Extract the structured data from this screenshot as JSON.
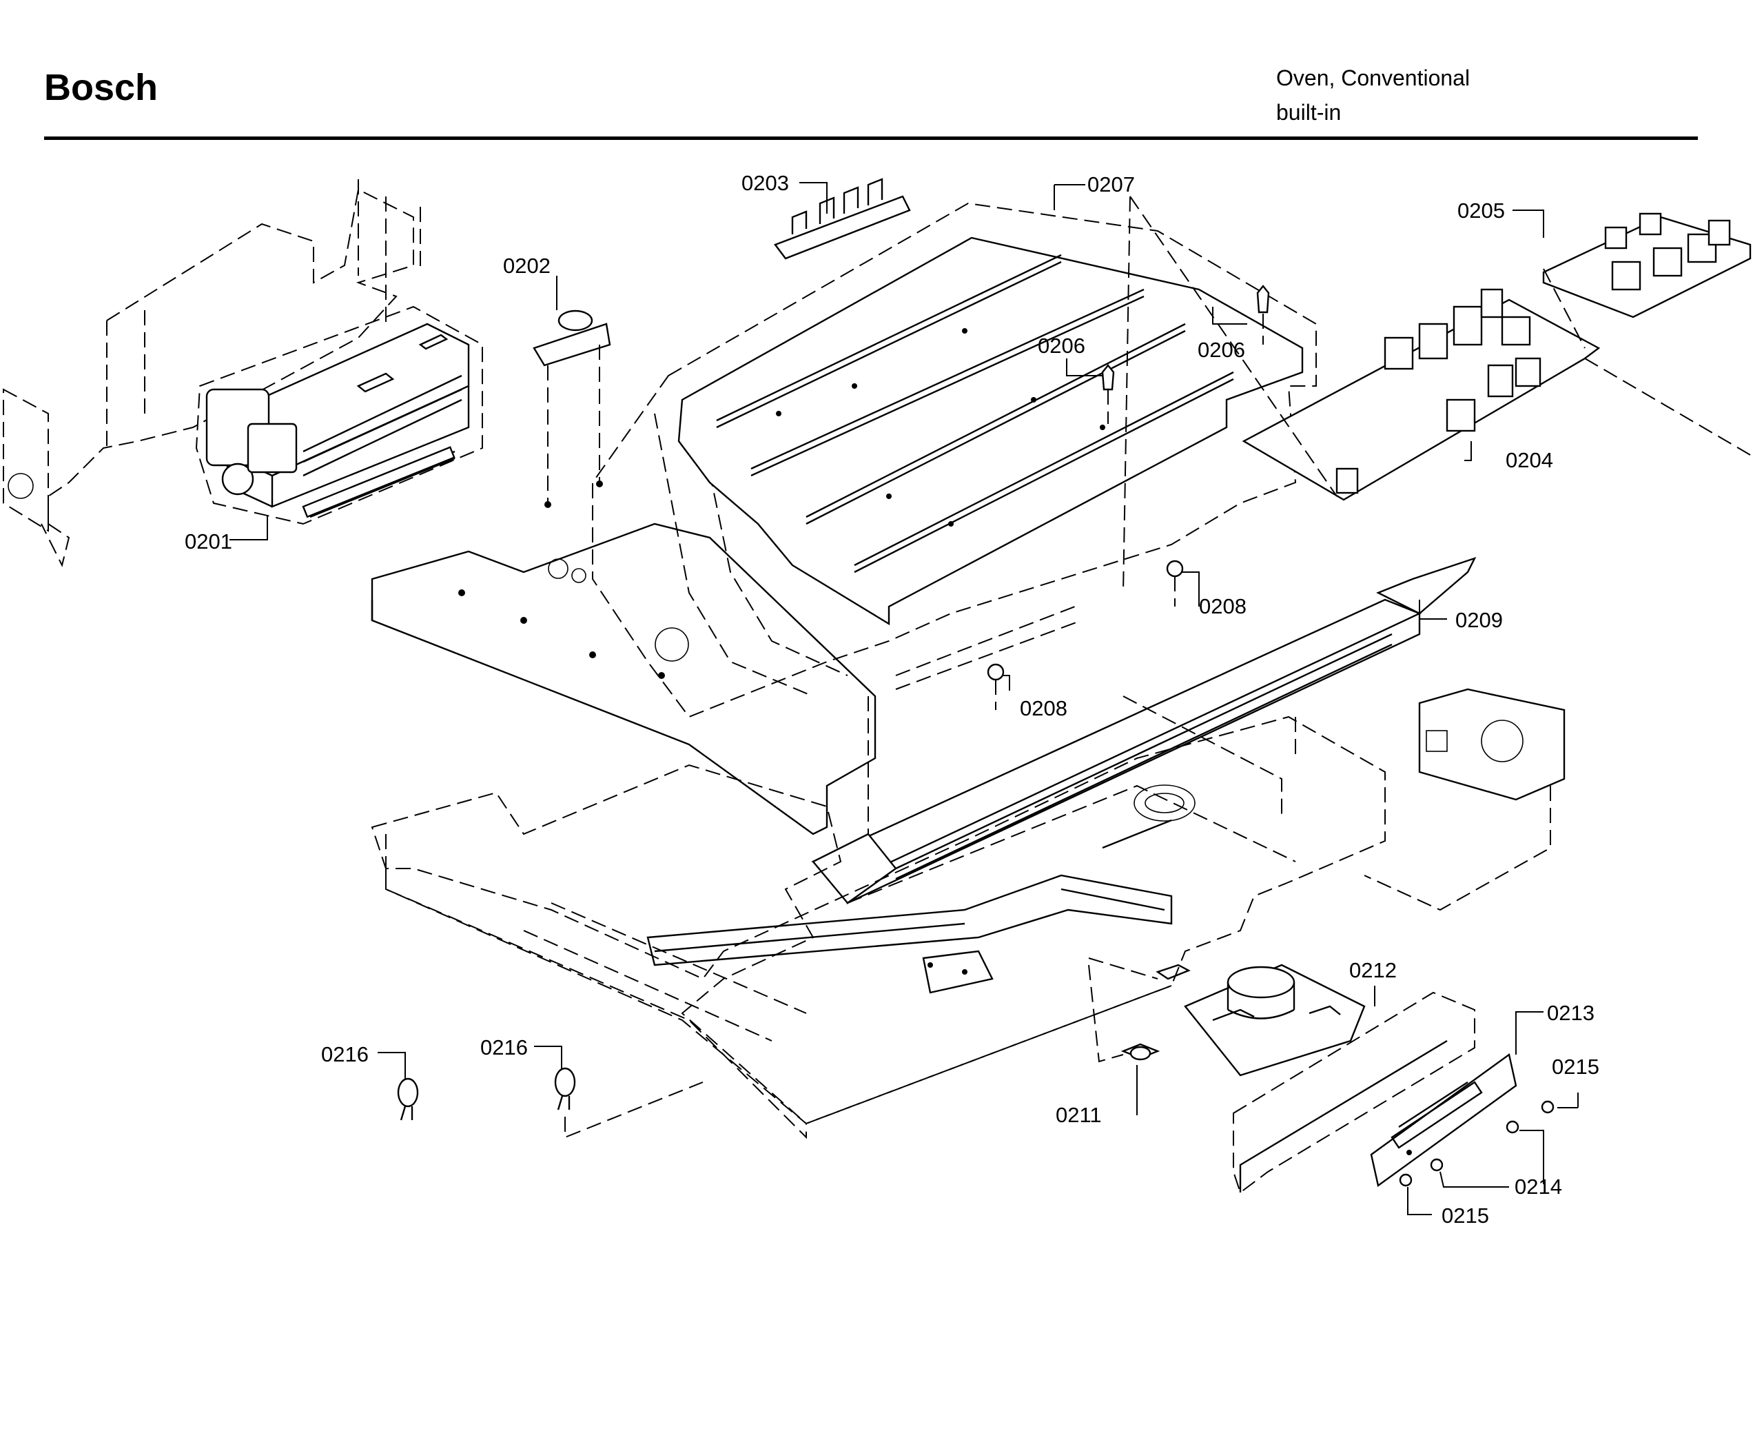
{
  "header": {
    "brand": "Bosch",
    "product_line1": "Oven, Conventional",
    "product_line2": "built-in"
  },
  "callouts": {
    "p0201": "0201",
    "p0202": "0202",
    "p0203": "0203",
    "p0204": "0204",
    "p0205": "0205",
    "p0206a": "0206",
    "p0206b": "0206",
    "p0207": "0207",
    "p0208a": "0208",
    "p0208b": "0208",
    "p0209": "0209",
    "p0211": "0211",
    "p0212": "0212",
    "p0213": "0213",
    "p0214": "0214",
    "p0215a": "0215",
    "p0215b": "0215",
    "p0216a": "0216",
    "p0216b": "0216"
  }
}
